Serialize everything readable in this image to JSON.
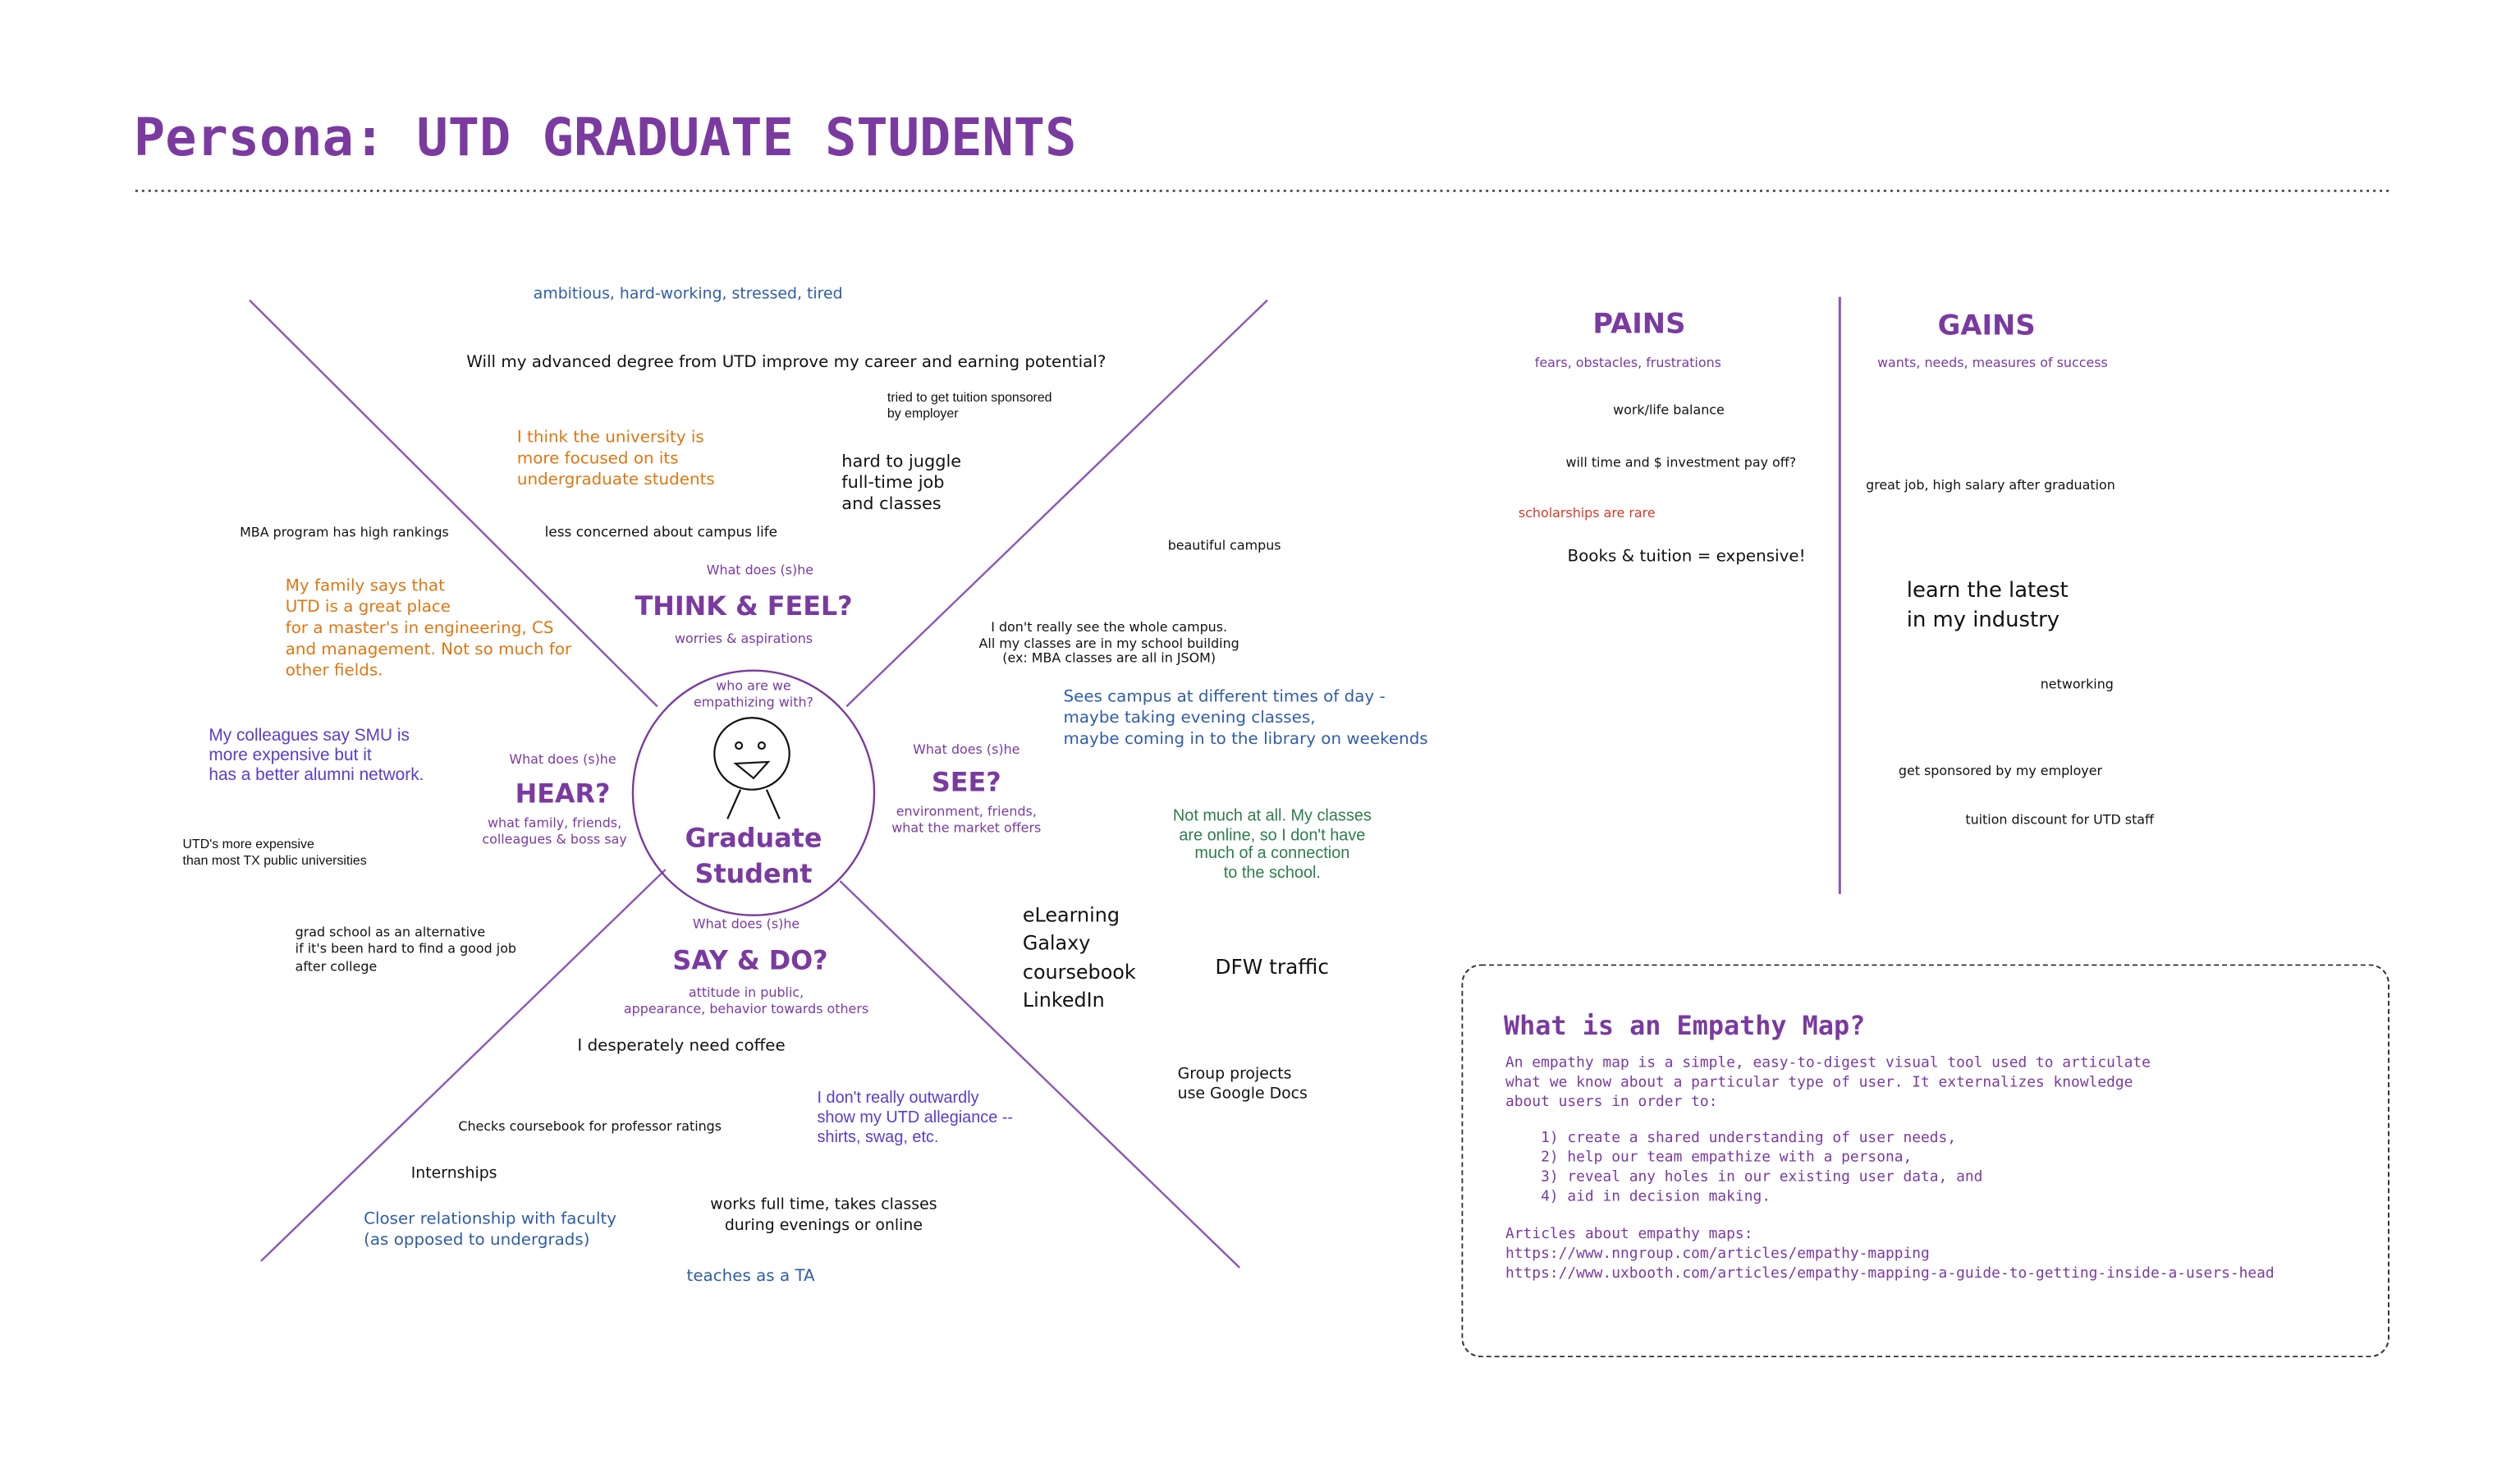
{
  "title": "Persona: UTD GRADUATE STUDENTS",
  "center": {
    "prompt": "who are we\nempathizing with?",
    "label": "Graduate\nStudent"
  },
  "quadrants": {
    "think": {
      "q": "What does (s)he",
      "title": "THINK & FEEL?",
      "sub": "worries & aspirations"
    },
    "hear": {
      "q": "What does (s)he",
      "title": "HEAR?",
      "sub": "what family, friends,\ncolleagues & boss say"
    },
    "see": {
      "q": "What does (s)he",
      "title": "SEE?",
      "sub": "environment, friends,\nwhat the market offers"
    },
    "say": {
      "q": "What does (s)he",
      "title": "SAY & DO?",
      "sub": "attitude in public,\nappearance, behavior towards others"
    }
  },
  "notes": {
    "n1": "ambitious, hard-working, stressed, tired",
    "n2": "Will my advanced degree from UTD improve my career and earning potential?",
    "n3": "tried to get tuition sponsored\nby employer",
    "n4": "I think the university is\nmore focused on its\nundergraduate students",
    "n5": "hard to juggle\nfull-time job\nand classes",
    "n6": "MBA program has high rankings",
    "n7": "less concerned about campus life",
    "n8": "My family says that\nUTD is a great place\nfor a master's in engineering, CS\nand management. Not so much for\nother fields.",
    "n9": "beautiful campus",
    "n10": "I don't really see the whole campus.\nAll my classes are in my school building\n(ex: MBA classes are all in JSOM)",
    "n11": "Sees campus at different times of day -\nmaybe taking evening classes,\nmaybe coming in to the library on weekends",
    "n12": "My colleagues say SMU is\nmore expensive but it\nhas a better alumni network.",
    "n13": "UTD's more expensive\nthan most TX public universities",
    "n14": "Not much at all. My classes\nare online, so I don't have\nmuch of a connection\nto the school.",
    "n15": "grad school as an alternative\nif it's been hard to find a good job\nafter college",
    "n16": "eLearning\nGalaxy\ncoursebook\nLinkedIn",
    "n17": "DFW traffic",
    "n18": "I desperately need coffee",
    "n19": "Group projects\nuse Google Docs",
    "n20": "I don't really outwardly\nshow my UTD allegiance --\nshirts, swag, etc.",
    "n21": "Checks coursebook for professor ratings",
    "n22": "Internships",
    "n23": "Closer relationship with faculty\n(as opposed to undergrads)",
    "n24": "works full time, takes classes\nduring evenings or online",
    "n25": "teaches as a TA"
  },
  "pains": {
    "title": "PAINS",
    "sub": "fears, obstacles, frustrations",
    "items": [
      "work/life balance",
      "will time and $ investment pay off?",
      "scholarships are rare",
      "Books & tuition = expensive!"
    ]
  },
  "gains": {
    "title": "GAINS",
    "sub": "wants, needs, measures of success",
    "items": [
      "great job, high salary after graduation",
      "learn the latest\nin my industry",
      "networking",
      "get sponsored by my employer",
      "tuition discount for UTD staff"
    ]
  },
  "info": {
    "title": "What is an Empathy Map?",
    "intro": "An empathy map is a simple, easy-to-digest visual tool used to articulate\nwhat we know about a particular type of user. It externalizes knowledge\nabout users in order to:",
    "list": "    1) create a shared understanding of user needs,\n    2) help our team empathize with a persona,\n    3) reveal any holes in our existing user data, and\n    4) aid in decision making.",
    "articles_label": "Articles about empathy maps:",
    "link1": "https://www.nngroup.com/articles/empathy-mapping",
    "link2": "https://www.uxbooth.com/articles/empathy-mapping-a-guide-to-getting-inside-a-users-head"
  },
  "colors": {
    "purple": "#7a3aa0",
    "blue": "#2f5da8",
    "orange": "#dd7712",
    "green": "#2e7d4c",
    "red": "#d23a2a",
    "violet": "#5a3ccc"
  }
}
